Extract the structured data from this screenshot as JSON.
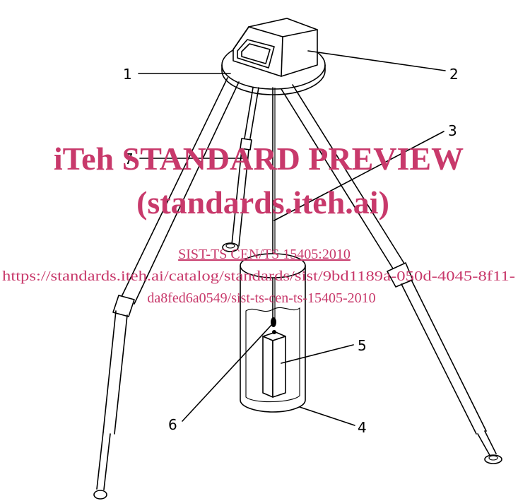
{
  "callouts": [
    "1",
    "2",
    "3",
    "4",
    "5",
    "6",
    "7"
  ],
  "watermark": {
    "title": "iTeh STANDARD PREVIEW",
    "subtitle": "(standards.iteh.ai)",
    "doc_id": "SIST-TS CEN/TS 15405:2010",
    "url_line1": "https://standards.iteh.ai/catalog/standards/sist/9bd1189a-050d-4045-8f11-",
    "url_line2": "da8fed6a0549/sist-ts-cen-ts-15405-2010"
  },
  "colors": {
    "watermark": "#c8396b",
    "lines": "#000000"
  }
}
